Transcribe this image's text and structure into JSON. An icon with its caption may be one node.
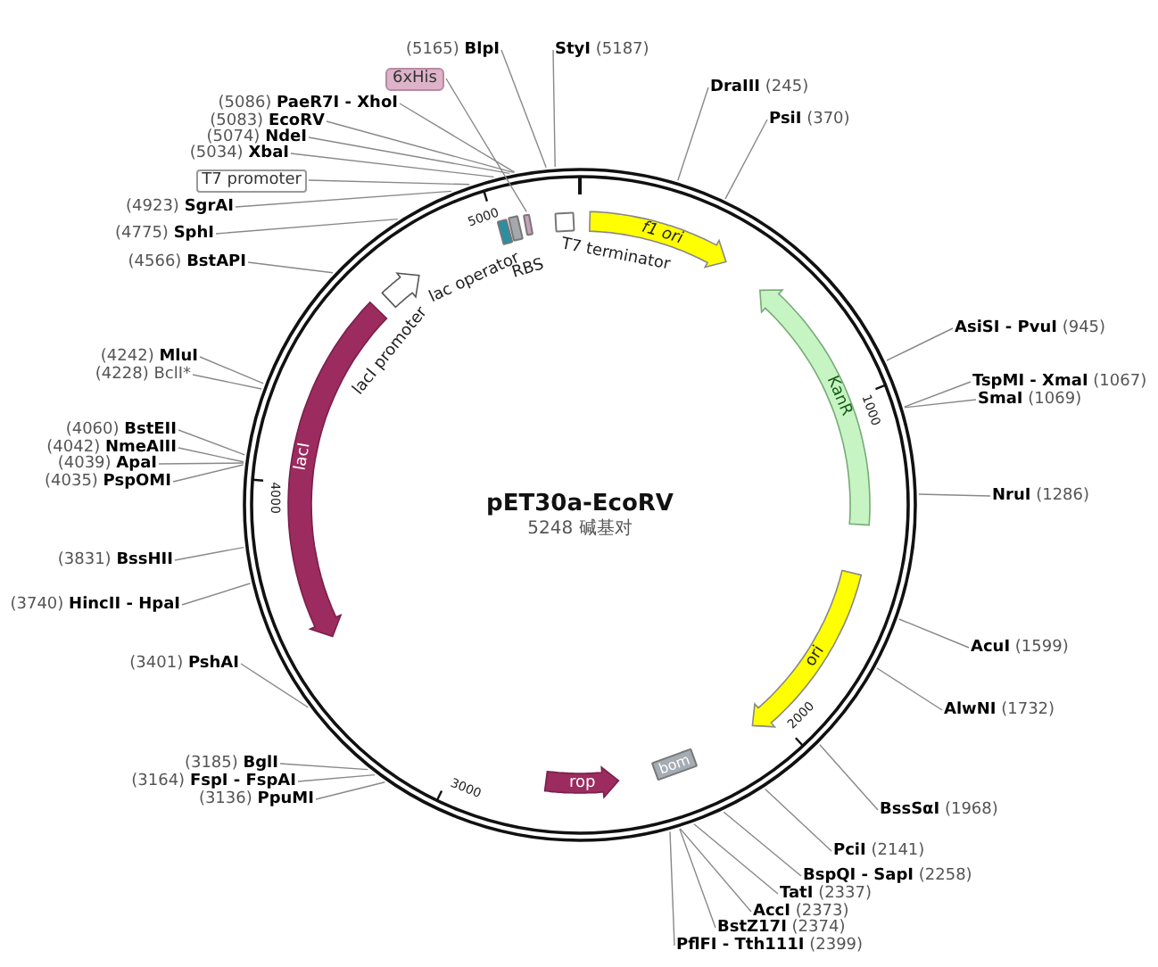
{
  "diagram": {
    "title": "pET30a-EcoRV",
    "nodes": [
      {
        "text": [
          "(5165) **BlpI**"
        ]
      },
      {
        "text": [
          "**StyI** (5187)"
        ]
      },
      {
        "text": [
          "6xHis"
        ]
      },
      {
        "text": [
          "**DraIII** (245)"
        ]
      },
      {
        "text": [
          "(5086) **PaeR7I - XhoI**"
        ]
      },
      {
        "text": [
          "**PsiI** (370)"
        ]
      },
      {
        "text": [
          "(5083) **EcoRV**"
        ]
      },
      {
        "text": [
          "(5074) **NdeI**"
        ]
      },
      {
        "text": [
          "(5034) **XbaI**"
        ]
      },
      {
        "text": [
          "T7 promoter"
        ]
      },
      {
        "text": [
          "(4923) **SgrAI**"
        ]
      },
      {
        "text": [
          "(4775) **SphI**"
        ]
      },
      {
        "text": [
          "(4566) **BstAPI**"
        ]
      },
      {
        "text": [
          "(4242) **MluI**"
        ]
      },
      {
        "text": [
          "(4228) BclI*"
        ]
      },
      {
        "text": [
          "**AsiSI - PvuI** (945)"
        ]
      },
      {
        "text": [
          "**TspMI - XmaI** (1067)"
        ]
      },
      {
        "text": [
          "**SmaI** (1069)"
        ]
      },
      {
        "text": [
          "(4060) **BstEII**"
        ]
      },
      {
        "text": [
          "(4042) **NmeAIII**"
        ]
      },
      {
        "text": [
          "(4039) **ApaI**"
        ]
      },
      {
        "text": [
          "(4035) **PspOMI**"
        ]
      },
      {
        "text": [
          "**NruI** (1286)"
        ]
      },
      {
        "text": [
          "(3831) **BssHII**"
        ]
      },
      {
        "text": [
          "(3740) **HincII - HpaI**"
        ]
      },
      {
        "text": [
          "**AcuI** (1599)"
        ]
      },
      {
        "text": [
          "(3401) **PshAI**"
        ]
      },
      {
        "text": [
          "**AlwNI** (1732)"
        ]
      },
      {
        "text": [
          "(3185) **BglI**"
        ]
      },
      {
        "text": [
          "(3164) **FspI - FspAI**"
        ]
      },
      {
        "text": [
          "(3136) **PpuMI**"
        ]
      },
      {
        "text": [
          "**BssSαI** (1968)"
        ]
      },
      {
        "text": [
          "**PciI** (2141)"
        ]
      },
      {
        "text": [
          "**BspQI - SapI** (2258)"
        ]
      },
      {
        "text": [
          "**TatI** (2337)"
        ]
      },
      {
        "text": [
          "**AccI** (2373)"
        ]
      },
      {
        "text": [
          "**BstZ17I** (2374)"
        ]
      },
      {
        "text": [
          "**PflFI - Tth111I** (2399)"
        ]
      },
      {
        "text": [],
        "shape": "box"
      },
      {
        "text": [
          "lac operator"
        ]
      },
      {
        "text": [
          "RBS"
        ]
      },
      {
        "text": [
          "T7 terminator"
        ]
      },
      {
        "text": [
          "f1 ori"
        ]
      },
      {
        "text": [
          "KanR"
        ]
      },
      {
        "text": [
          "lacI promoter"
        ]
      },
      {
        "text": [
          "lacI"
        ]
      },
      {
        "text": [
          "ori"
        ]
      },
      {
        "text": [
          "bom"
        ]
      },
      {
        "text": [
          "rop"
        ]
      }
    ],
    "edges": [
      {
        "from": 0,
        "to": null,
        "arrow": "none"
      },
      {
        "from": 1,
        "to": null,
        "arrow": "none"
      },
      {
        "from": 2,
        "to": 38,
        "arrow": "none"
      },
      {
        "from": 3,
        "to": null,
        "arrow": "none"
      },
      {
        "from": 4,
        "to": null,
        "arrow": "none"
      },
      {
        "from": 5,
        "to": null,
        "arrow": "none"
      },
      {
        "from": 6,
        "to": null,
        "arrow": "none"
      },
      {
        "from": 7,
        "to": null,
        "arrow": "none"
      },
      {
        "from": 8,
        "to": null,
        "arrow": "none"
      },
      {
        "from": 9,
        "to": null,
        "arrow": "none"
      },
      {
        "from": 10,
        "to": null,
        "arrow": "none"
      },
      {
        "from": 11,
        "to": null,
        "arrow": "none"
      },
      {
        "from": 12,
        "to": null,
        "arrow": "none"
      },
      {
        "from": 13,
        "to": null,
        "arrow": "none"
      },
      {
        "from": 14,
        "to": null,
        "arrow": "none"
      },
      {
        "from": 15,
        "to": null,
        "arrow": "none"
      },
      {
        "from": 16,
        "to": null,
        "arrow": "none"
      },
      {
        "from": 17,
        "to": null,
        "arrow": "none"
      },
      {
        "from": 18,
        "to": null,
        "arrow": "none"
      },
      {
        "from": 19,
        "to": null,
        "arrow": "none"
      },
      {
        "from": 20,
        "to": null,
        "arrow": "none"
      },
      {
        "from": 21,
        "to": null,
        "arrow": "none"
      },
      {
        "from": 22,
        "to": null,
        "arrow": "none"
      },
      {
        "from": 23,
        "to": null,
        "arrow": "none"
      },
      {
        "from": 24,
        "to": null,
        "arrow": "none"
      },
      {
        "from": 25,
        "to": null,
        "arrow": "none"
      },
      {
        "from": 26,
        "to": null,
        "arrow": "none"
      },
      {
        "from": 27,
        "to": null,
        "arrow": "none"
      },
      {
        "from": 28,
        "to": null,
        "arrow": "none"
      },
      {
        "from": 29,
        "to": null,
        "arrow": "none"
      },
      {
        "from": 30,
        "to": null,
        "arrow": "none"
      },
      {
        "from": 31,
        "to": null,
        "arrow": "none"
      },
      {
        "from": 32,
        "to": null,
        "arrow": "none"
      },
      {
        "from": 33,
        "to": null,
        "arrow": "none"
      },
      {
        "from": 34,
        "to": null,
        "arrow": "none"
      },
      {
        "from": 35,
        "to": null,
        "arrow": "none"
      },
      {
        "from": 36,
        "to": null,
        "arrow": "none"
      },
      {
        "from": 37,
        "to": null,
        "arrow": "none"
      }
    ],
    "labels": [
      "1000",
      "2000",
      "3000",
      "4000",
      "5000",
      "5248 碱基对"
    ]
  }
}
